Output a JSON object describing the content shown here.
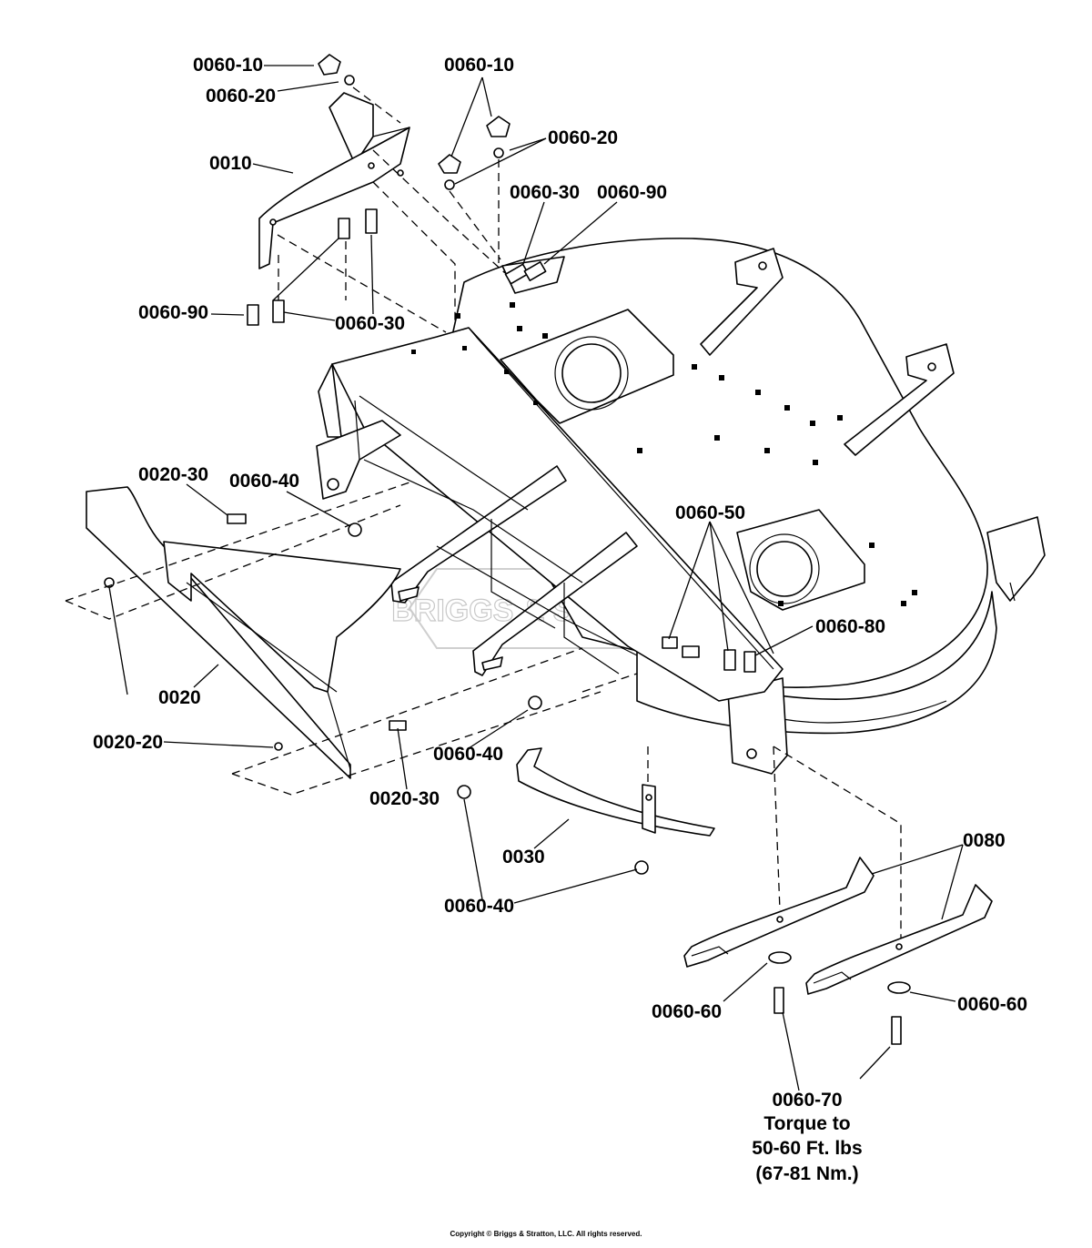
{
  "labels": {
    "l_0060_10_a": "0060-10",
    "l_0060_20_a": "0060-20",
    "l_0010": "0010",
    "l_0060_10_b": "0060-10",
    "l_0060_20_b": "0060-20",
    "l_0060_30_a": "0060-30",
    "l_0060_90_a": "0060-90",
    "l_0060_90_b": "0060-90",
    "l_0060_30_b": "0060-30",
    "l_0020_30_a": "0020-30",
    "l_0060_40_a": "0060-40",
    "l_0060_50": "0060-50",
    "l_0060_80": "0060-80",
    "l_0020": "0020",
    "l_0020_20": "0020-20",
    "l_0060_40_b": "0060-40",
    "l_0020_30_b": "0020-30",
    "l_0030": "0030",
    "l_0060_40_c": "0060-40",
    "l_0080": "0080",
    "l_0060_60_a": "0060-60",
    "l_0060_60_b": "0060-60",
    "l_0060_70": "0060-70"
  },
  "torque_note": {
    "line1": "Torque to",
    "line2": "50-60 Ft. lbs",
    "line3": "(67-81 Nm.)"
  },
  "watermark": "BRIGGS & STRATTON",
  "copyright": "Copyright © Briggs & Stratton, LLC. All rights reserved."
}
